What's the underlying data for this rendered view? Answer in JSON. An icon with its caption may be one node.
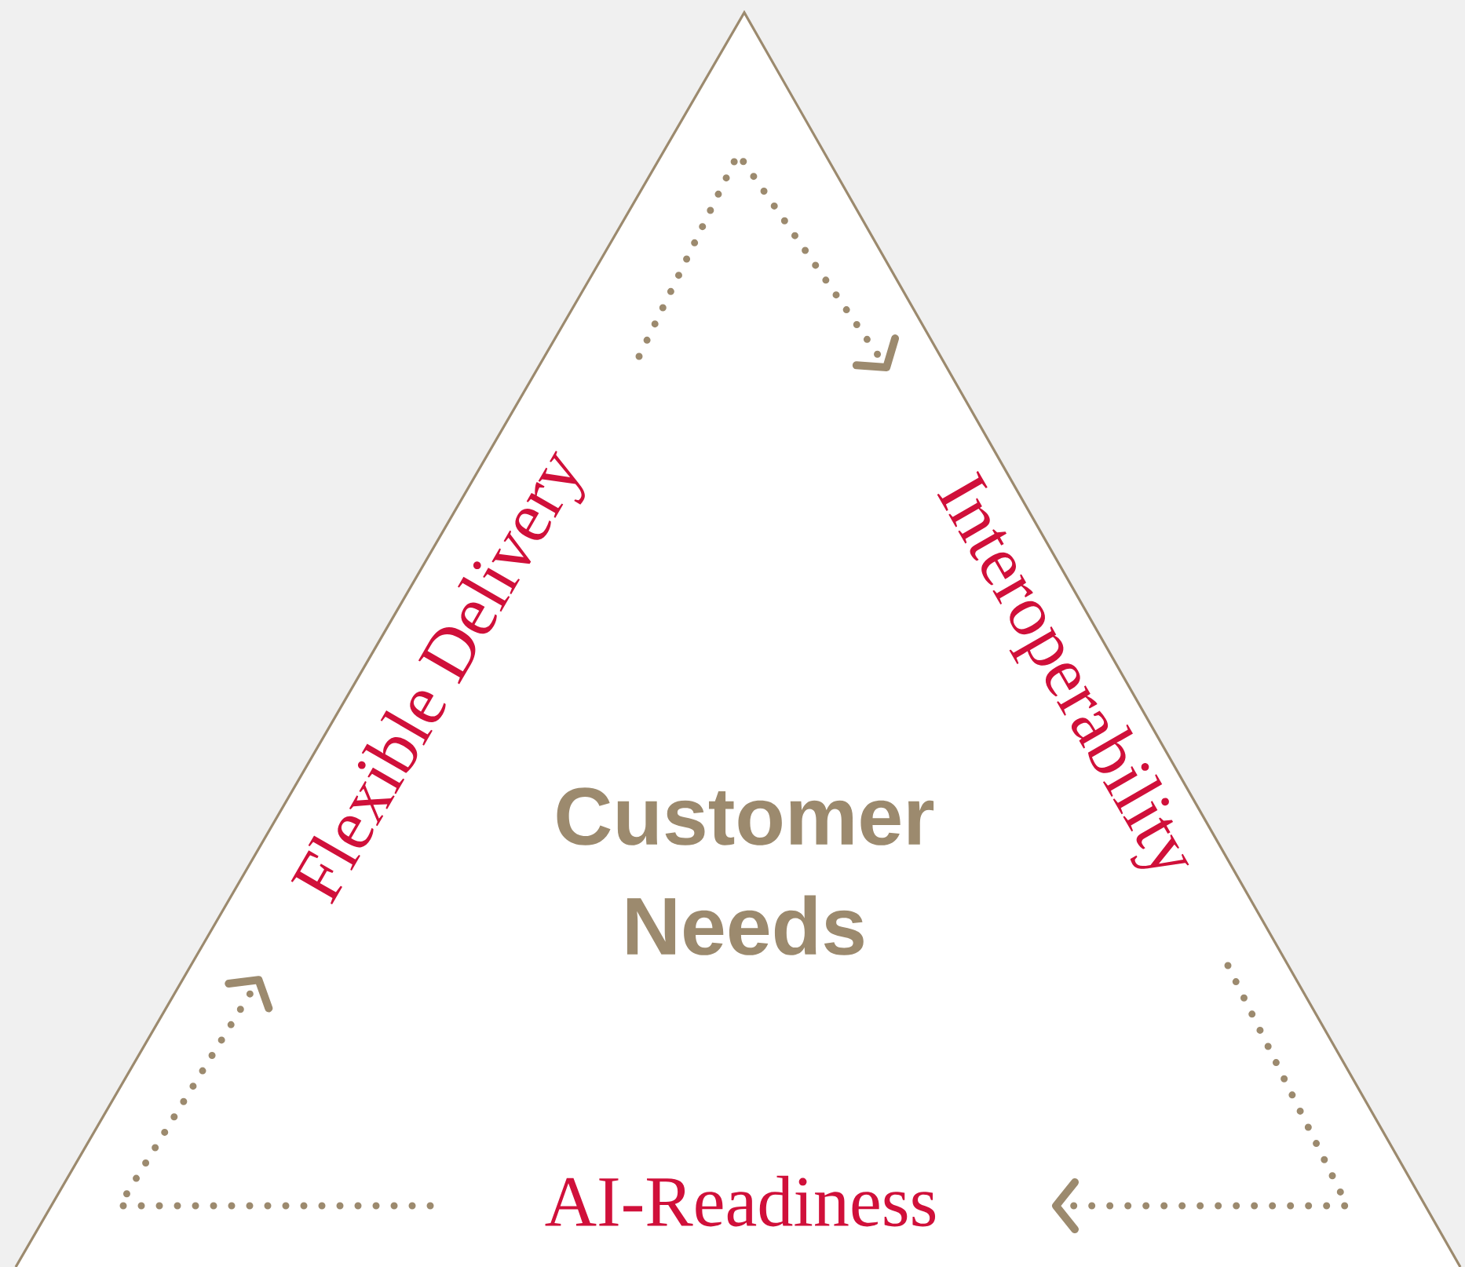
{
  "diagram": {
    "nodes": [
      {
        "text": [
          "Customer Needs"
        ]
      },
      {
        "text": [
          "Flexible Delivery"
        ],
        "in": 0
      },
      {
        "text": [
          "Interoperability"
        ],
        "in": 0
      },
      {
        "text": [
          "AI-Readiness"
        ],
        "in": 0
      }
    ],
    "edges": [
      {
        "from": 1,
        "to": 2,
        "arrow": "to"
      },
      {
        "from": 2,
        "to": 3,
        "arrow": "to"
      },
      {
        "from": 3,
        "to": 1,
        "arrow": "to"
      }
    ]
  }
}
